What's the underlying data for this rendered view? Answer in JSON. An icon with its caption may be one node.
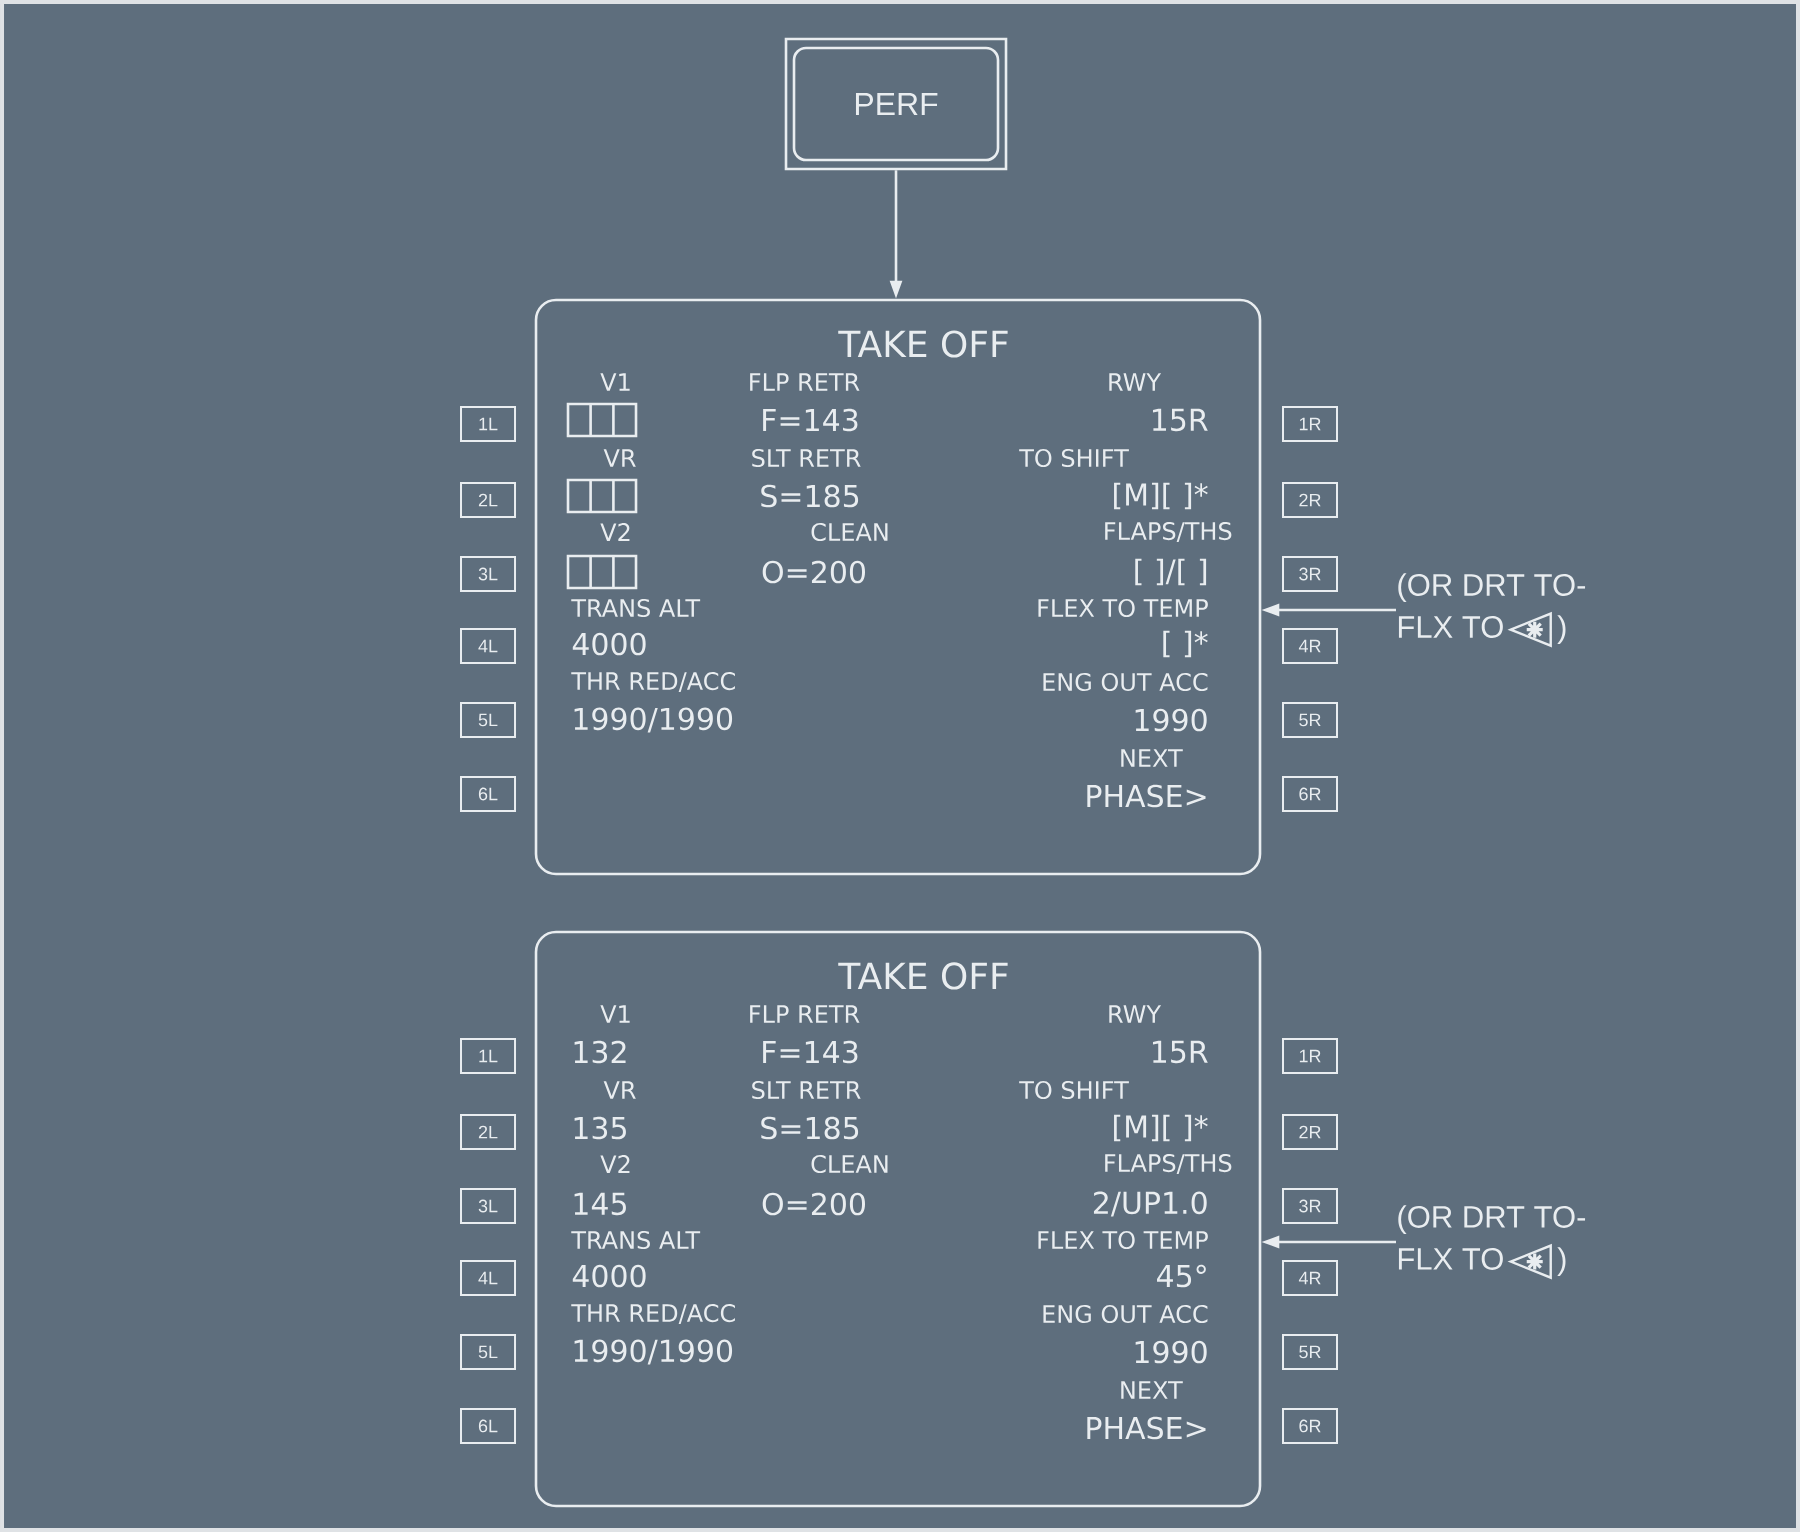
{
  "diagram": {
    "nodes": [
      {
        "text": [
          "PERF"
        ]
      },
      {
        "text": [
          "TAKE OFF",
          "V1",
          "FLP RETR",
          "RWY",
          "F=143",
          "15R",
          "VR",
          "SLT RETR",
          "TO SHIFT",
          "S=185",
          "[M][ ]*",
          "V2",
          "CLEAN",
          "FLAPS/THS",
          "O=200",
          "[ ]/[ ]",
          "TRANS ALT",
          "FLEX TO TEMP",
          "4000",
          "[ ]*",
          "THR RED/ACC",
          "ENG OUT ACC",
          "1990/1990",
          "1990",
          "NEXT",
          "PHASE>"
        ]
      },
      {
        "text": [
          "1L"
        ]
      },
      {
        "text": [
          "1R"
        ]
      },
      {
        "text": [
          "2L"
        ]
      },
      {
        "text": [
          "2R"
        ]
      },
      {
        "text": [
          "3L"
        ]
      },
      {
        "text": [
          "3R"
        ]
      },
      {
        "text": [
          "4L"
        ]
      },
      {
        "text": [
          "4R"
        ]
      },
      {
        "text": [
          "5L"
        ]
      },
      {
        "text": [
          "5R"
        ]
      },
      {
        "text": [
          "6L"
        ]
      },
      {
        "text": [
          "6R"
        ]
      },
      {
        "text": [
          "(OR DRT TO-",
          "FLX TO",
          ")"
        ]
      },
      {
        "text": [
          "TAKE OFF",
          "V1",
          "FLP RETR",
          "RWY",
          "132",
          "F=143",
          "15R",
          "VR",
          "SLT RETR",
          "TO SHIFT",
          "135",
          "S=185",
          "[M][ ]*",
          "V2",
          "CLEAN",
          "FLAPS/THS",
          "145",
          "O=200",
          "2/UP1.0",
          "TRANS ALT",
          "FLEX TO TEMP",
          "4000",
          "45°",
          "THR RED/ACC",
          "ENG OUT ACC",
          "1990/1990",
          "1990",
          "NEXT",
          "PHASE>"
        ]
      },
      {
        "text": [
          "1L"
        ]
      },
      {
        "text": [
          "1R"
        ]
      },
      {
        "text": [
          "2L"
        ]
      },
      {
        "text": [
          "2R"
        ]
      },
      {
        "text": [
          "3L"
        ]
      },
      {
        "text": [
          "3R"
        ]
      },
      {
        "text": [
          "4L"
        ]
      },
      {
        "text": [
          "4R"
        ]
      },
      {
        "text": [
          "5L"
        ]
      },
      {
        "text": [
          "5R"
        ]
      },
      {
        "text": [
          "6L"
        ]
      },
      {
        "text": [
          "6R"
        ]
      },
      {
        "text": [
          "(OR DRT TO-",
          "FLX TO",
          ")"
        ]
      }
    ],
    "edges": [
      {
        "from": 0,
        "to": 1,
        "arrow": "to"
      },
      {
        "from": 14,
        "to": 1,
        "arrow": "to"
      },
      {
        "from": 28,
        "to": 15,
        "arrow": "to"
      }
    ]
  }
}
